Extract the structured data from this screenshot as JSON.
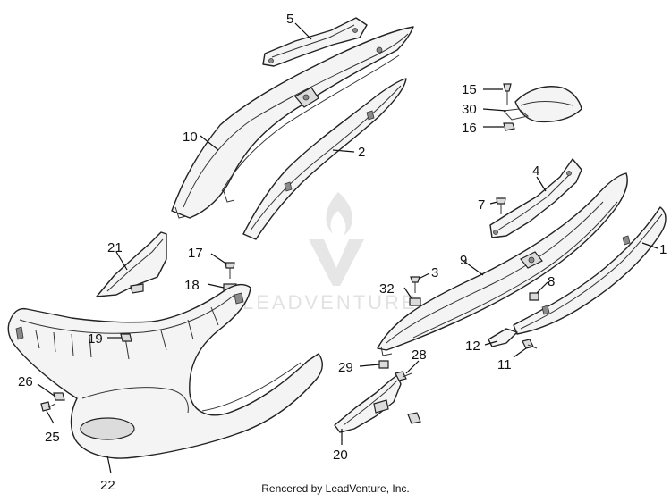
{
  "watermark": {
    "text": "LEADVENTURE"
  },
  "credit": "Rencered by LeadVenture, Inc.",
  "callouts": [
    {
      "id": "5",
      "label": "5"
    },
    {
      "id": "10",
      "label": "10"
    },
    {
      "id": "2",
      "label": "2"
    },
    {
      "id": "15",
      "label": "15"
    },
    {
      "id": "30",
      "label": "30"
    },
    {
      "id": "16",
      "label": "16"
    },
    {
      "id": "4",
      "label": "4"
    },
    {
      "id": "7",
      "label": "7"
    },
    {
      "id": "1",
      "label": "1"
    },
    {
      "id": "21",
      "label": "21"
    },
    {
      "id": "17",
      "label": "17"
    },
    {
      "id": "18",
      "label": "18"
    },
    {
      "id": "9",
      "label": "9"
    },
    {
      "id": "3",
      "label": "3"
    },
    {
      "id": "32",
      "label": "32"
    },
    {
      "id": "8",
      "label": "8"
    },
    {
      "id": "19",
      "label": "19"
    },
    {
      "id": "12",
      "label": "12"
    },
    {
      "id": "11",
      "label": "11"
    },
    {
      "id": "29",
      "label": "29"
    },
    {
      "id": "28",
      "label": "28"
    },
    {
      "id": "26",
      "label": "26"
    },
    {
      "id": "25",
      "label": "25"
    },
    {
      "id": "20",
      "label": "20"
    },
    {
      "id": "22",
      "label": "22"
    }
  ]
}
